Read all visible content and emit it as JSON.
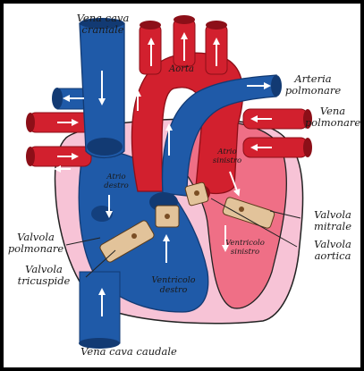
{
  "colors": {
    "background": "#ffffff",
    "frame": "#000000",
    "blue_vessel": "#1f5aa8",
    "blue_dark": "#123a73",
    "red_vessel": "#d2202e",
    "red_dark": "#8c0f18",
    "pink_wall": "#f7c3d6",
    "pink_chamber": "#ef6f86",
    "valve": "#e2c39a",
    "arrow": "#ffffff"
  },
  "labels": {
    "vena_cava_cranial": [
      "Vena cava",
      "craniale"
    ],
    "aorta": "Aorta",
    "arteria_polmonare": [
      "Arteria",
      "polmonare"
    ],
    "vena_polmonare": [
      "Vena",
      "polmonare"
    ],
    "atrio_destro": [
      "Atrio",
      "destro"
    ],
    "atrio_sinistro": [
      "Atrio",
      "sinistro"
    ],
    "valvola_mitrale": [
      "Valvola",
      "mitrale"
    ],
    "valvola_polmonare": [
      "Valvola",
      "polmonare"
    ],
    "valvola_aortica": [
      "Valvola",
      "aortica"
    ],
    "ventricolo_sinistro": [
      "Ventricolo",
      "sinistro"
    ],
    "valvola_tricuspide": [
      "Valvola",
      "tricuspide"
    ],
    "ventricolo_destro": [
      "Ventricolo",
      "destro"
    ],
    "vena_cava_caudale": "Vena cava caudale"
  }
}
